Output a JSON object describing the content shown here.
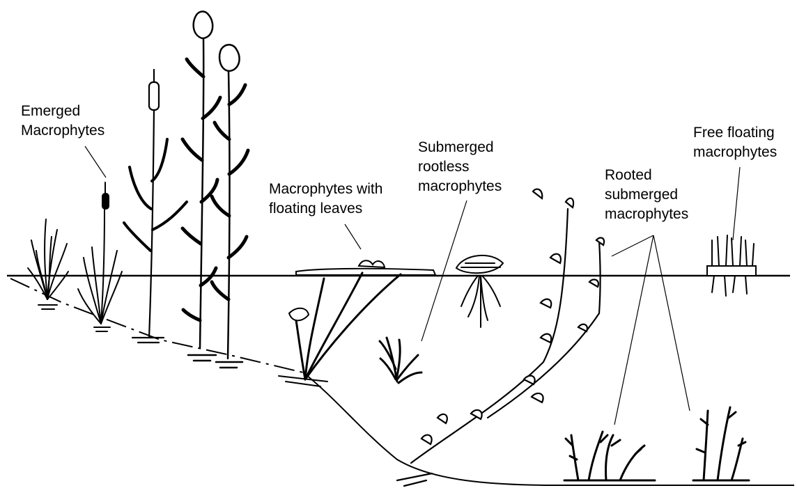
{
  "labels": {
    "emerged": [
      "Emerged",
      "Macrophytes"
    ],
    "floating_leaves": [
      "Macrophytes with",
      "floating leaves"
    ],
    "submerged_rootless": [
      "Submerged",
      "rootless",
      "macrophytes"
    ],
    "rooted_submerged": [
      "Rooted",
      "submerged",
      "macrophytes"
    ],
    "free_floating": [
      "Free floating",
      "macrophytes"
    ]
  },
  "colors": {
    "ink": "#000000",
    "background": "#ffffff"
  }
}
